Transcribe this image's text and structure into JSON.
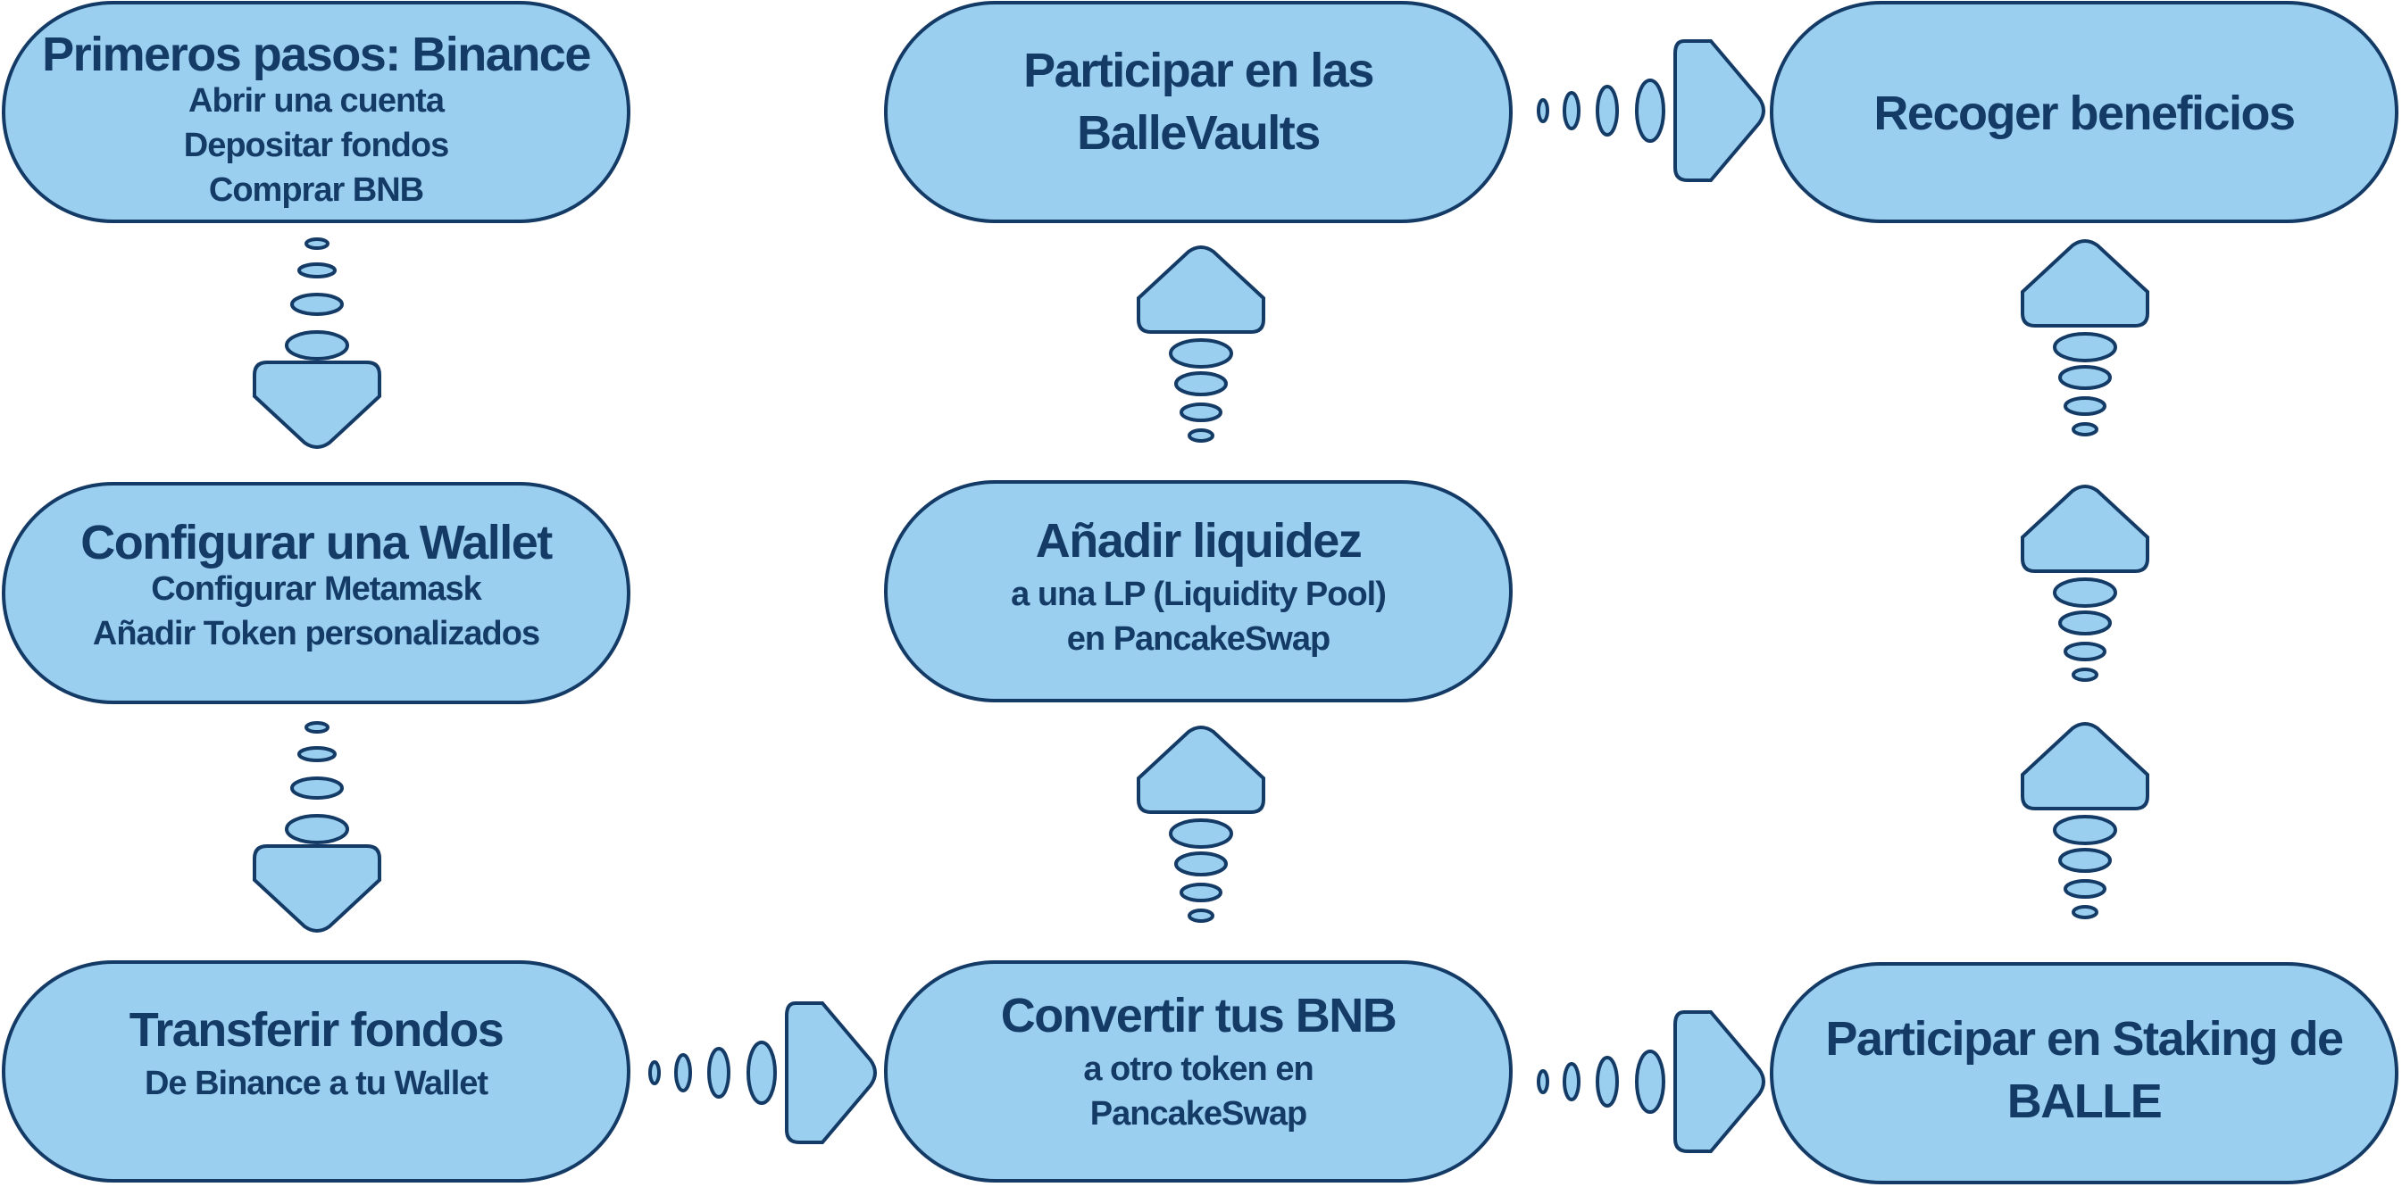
{
  "colors": {
    "fill": "#9bcff0",
    "stroke": "#143a66",
    "text": "#143a66"
  },
  "nodes": [
    {
      "id": "binance",
      "title": [
        "Primeros pasos: Binance"
      ],
      "sub": [
        "Abrir una cuenta",
        "Depositar fondos",
        "Comprar BNB"
      ]
    },
    {
      "id": "wallet",
      "title": [
        "Configurar una Wallet"
      ],
      "sub": [
        "Configurar Metamask",
        "Añadir Token personalizados"
      ]
    },
    {
      "id": "transferir",
      "title": [
        "Transferir fondos"
      ],
      "sub": [
        "De Binance a tu Wallet"
      ]
    },
    {
      "id": "convertir",
      "title": [
        "Convertir tus BNB"
      ],
      "sub": [
        "a otro token en",
        "PancakeSwap"
      ]
    },
    {
      "id": "liquidez",
      "title": [
        "Añadir liquidez"
      ],
      "sub": [
        "a una LP (Liquidity Pool)",
        "en PancakeSwap"
      ]
    },
    {
      "id": "vaults",
      "title": [
        "Participar en las",
        "BalleVaults"
      ],
      "sub": []
    },
    {
      "id": "recoger",
      "title": [
        "Recoger beneficios"
      ],
      "sub": []
    },
    {
      "id": "staking",
      "title": [
        "Participar en Staking de",
        "BALLE"
      ],
      "sub": []
    }
  ],
  "connectors": [
    {
      "from": "binance",
      "to": "wallet",
      "direction": "down"
    },
    {
      "from": "wallet",
      "to": "transferir",
      "direction": "down"
    },
    {
      "from": "transferir",
      "to": "convertir",
      "direction": "right"
    },
    {
      "from": "convertir",
      "to": "liquidez",
      "direction": "up"
    },
    {
      "from": "liquidez",
      "to": "vaults",
      "direction": "up"
    },
    {
      "from": "vaults",
      "to": "recoger",
      "direction": "right"
    },
    {
      "from": "convertir",
      "to": "staking",
      "direction": "right"
    },
    {
      "from": "staking",
      "to": "recoger",
      "direction": "up"
    },
    {
      "from": "staking",
      "to": "recoger",
      "direction": "up"
    },
    {
      "from": "staking",
      "to": "recoger",
      "direction": "up"
    }
  ]
}
